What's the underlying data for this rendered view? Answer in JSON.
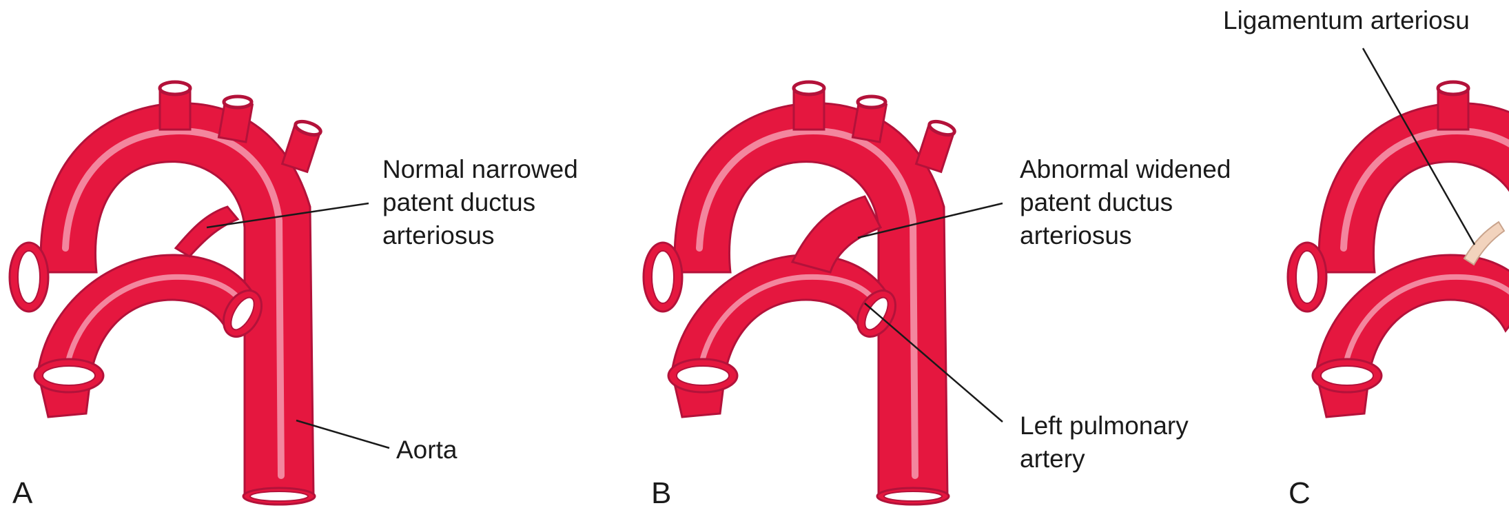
{
  "colors": {
    "vessel": "#e5173f",
    "vessel_dark": "#b3123a",
    "vessel_highlight": "#f6a2b6",
    "lumen": "#ffffff",
    "ligament": "#f2d3bd",
    "leader_line": "#1a1a1a"
  },
  "panels": [
    {
      "letter": "A",
      "callouts": [
        {
          "lines": [
            "Normal narrowed",
            "patent ductus",
            "arteriosus"
          ]
        },
        {
          "lines": [
            "Aorta"
          ]
        }
      ]
    },
    {
      "letter": "B",
      "callouts": [
        {
          "lines": [
            "Abnormal widened",
            "patent ductus",
            "arteriosus"
          ]
        },
        {
          "lines": [
            "Left pulmonary",
            "artery"
          ]
        }
      ]
    },
    {
      "letter": "C",
      "callouts": [
        {
          "lines": [
            "Ligamentum arteriosu"
          ]
        }
      ]
    }
  ]
}
